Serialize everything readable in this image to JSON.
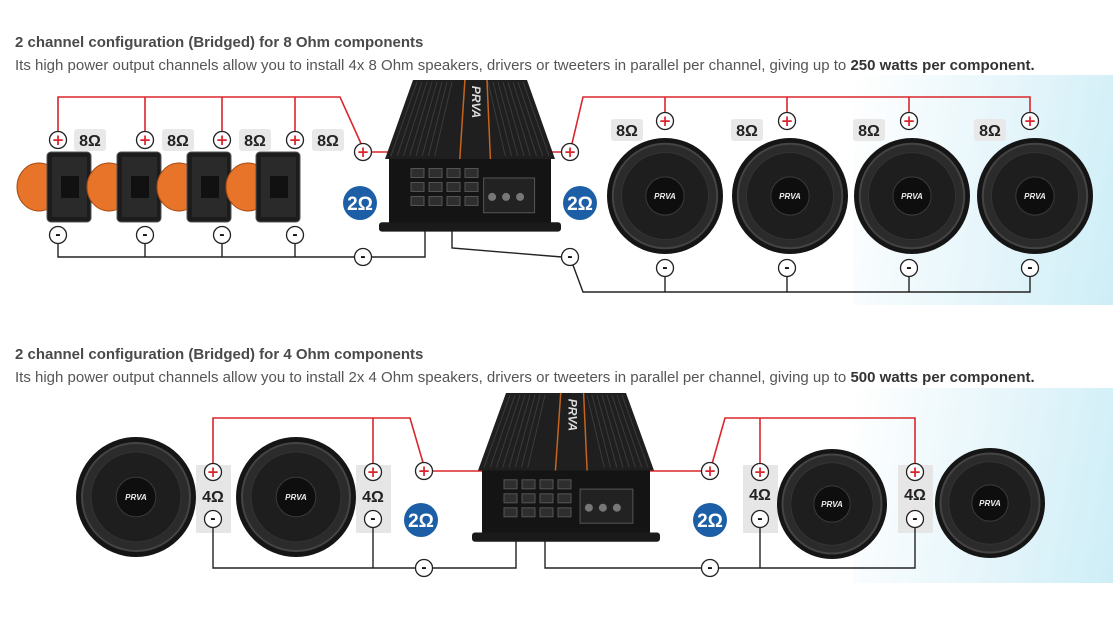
{
  "sections": [
    {
      "title": "2 channel configuration (Bridged) for 8 Ohm components",
      "desc_prefix": "Its high power output channels allow you to install 4x 8 Ohm speakers, drivers or tweeters in parallel per channel, giving up to ",
      "desc_bold": "250 watts per component.",
      "speaker_impedance": "8Ω",
      "amp_load": "2Ω"
    },
    {
      "title": "2 channel configuration (Bridged) for 4 Ohm components",
      "desc_prefix": "Its high power output channels allow you to install 2x 4 Ohm speakers, drivers or tweeters in parallel per channel, giving up to ",
      "desc_bold": "500 watts per component.",
      "speaker_impedance": "4Ω",
      "amp_load": "2Ω"
    }
  ],
  "symbols": {
    "plus": "+",
    "minus": "-"
  },
  "brand": "PRVA",
  "colors": {
    "wire_positive": "#d9262c",
    "wire_negative": "#222222",
    "badge": "#1c5fa6",
    "driver": "#e8742a"
  }
}
